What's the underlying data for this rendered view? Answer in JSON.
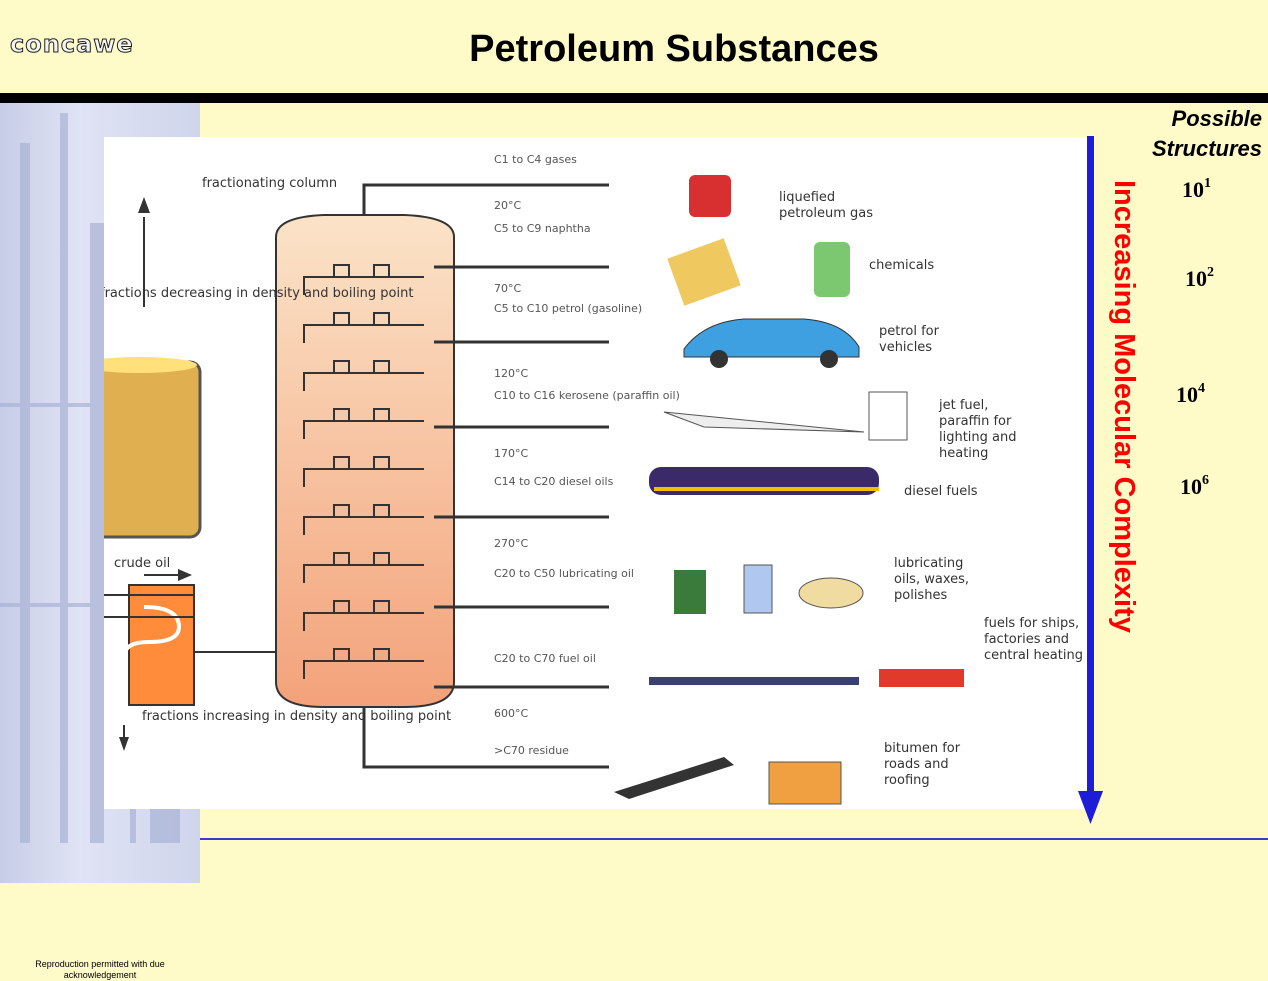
{
  "header": {
    "logo": "concawe",
    "title": "Petroleum Substances"
  },
  "sidebar": {
    "footnote": "Reproduction permitted with due acknowledgement"
  },
  "side_panel": {
    "heading_line1": "Possible",
    "heading_line2": "Structures",
    "magnitudes": [
      {
        "base": "10",
        "exp": "1"
      },
      {
        "base": "10",
        "exp": "2"
      },
      {
        "base": "10",
        "exp": "4"
      },
      {
        "base": "10",
        "exp": "6"
      }
    ],
    "arrow_label": "Increasing Molecular Complexity"
  },
  "diagram": {
    "column_label": "fractionating column",
    "top_note": "fractions decreasing in density and boiling point",
    "bottom_note": "fractions increasing in density and boiling point",
    "feed_label": "crude oil",
    "fractions": [
      {
        "name": "C1 to C4 gases",
        "temp": "20°C",
        "product": "liquefied petroleum gas"
      },
      {
        "name": "C5 to C9 naphtha",
        "temp": "70°C",
        "product": "chemicals"
      },
      {
        "name": "C5 to C10 petrol (gasoline)",
        "temp": "120°C",
        "product": "petrol for vehicles"
      },
      {
        "name": "C10 to C16 kerosene (paraffin oil)",
        "temp": "170°C",
        "product": "jet fuel, paraffin for lighting and heating"
      },
      {
        "name": "C14 to C20 diesel oils",
        "temp": "270°C",
        "product": "diesel fuels"
      },
      {
        "name": "C20 to C50 lubricating oil",
        "temp": "600°C",
        "product": "lubricating oils, waxes, polishes"
      },
      {
        "name": "C20 to C70 fuel oil",
        "temp": "",
        "product": "fuels for ships, factories and central heating"
      },
      {
        "name": ">C70 residue",
        "temp": "",
        "product": "bitumen for roads and roofing"
      }
    ]
  }
}
